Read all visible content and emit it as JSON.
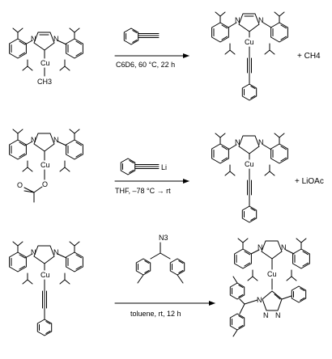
{
  "reactions": [
    {
      "reagent_labels": [],
      "conditions": "C6D6, 60 °C, 22 h",
      "byproduct": "+ CH4",
      "reactant_labels": {
        "metal": "Cu",
        "ligand": "CH3"
      },
      "product_labels": {
        "metal": "Cu"
      }
    },
    {
      "reagent_labels": [
        "Li"
      ],
      "conditions": "THF, –78 °C → rt",
      "byproduct": "+ LiOAc",
      "reactant_labels": {
        "metal": "Cu"
      },
      "product_labels": {
        "metal": "Cu"
      }
    },
    {
      "reagent_labels": [
        "N3"
      ],
      "conditions": "toluene, rt, 12 h",
      "byproduct": "",
      "reactant_labels": {
        "metal": "Cu"
      },
      "product_labels": {
        "metal": "Cu"
      }
    }
  ],
  "atom_labels": {
    "nitrogen": "N",
    "oxygen": "O"
  }
}
